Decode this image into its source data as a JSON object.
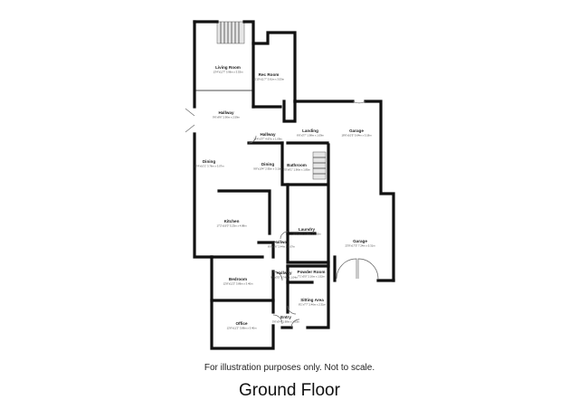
{
  "plan": {
    "rooms": [
      {
        "id": "living-room",
        "name": "Living Room",
        "dims": "13'4\"x11'7\" 3.96m x 3.53m"
      },
      {
        "id": "rec-room",
        "name": "Rec Room",
        "dims": "11'10\"x11'7\" 3.61m x 3.53m"
      },
      {
        "id": "hallway-1",
        "name": "Hallway",
        "dims": "9'6\"x8'6\" 2.90m x 2.59m"
      },
      {
        "id": "hallway-2",
        "name": "Hallway",
        "dims": "15'4\"x3'7\" 4.67m x 1.09m"
      },
      {
        "id": "landing",
        "name": "Landing",
        "dims": "6'6\"x3'7\" 1.98m x 1.09m"
      },
      {
        "id": "garage-1",
        "name": "Garage",
        "dims": "18'6\"x10'5\" 5.64m x 3.18m"
      },
      {
        "id": "dining-1",
        "name": "Dining",
        "dims": "12'4\"x10'1\" 3.76m x 3.07m"
      },
      {
        "id": "dining-2",
        "name": "Dining",
        "dims": "9'8\"x10'4\" 2.95m x 3.15m"
      },
      {
        "id": "bathroom",
        "name": "Bathroom",
        "dims": "6'5\"x6'1\" 1.96m x 1.85m"
      },
      {
        "id": "kitchen",
        "name": "Kitchen",
        "dims": "17'2\"x16'0\" 5.23m x 4.88m"
      },
      {
        "id": "laundry",
        "name": "Laundry",
        "dims": "11'0\"x5'3\" 3.35m x 1.60m"
      },
      {
        "id": "hallway-3",
        "name": "Hallway",
        "dims": "8'0\"x3'6\" 2.44m x 1.07m"
      },
      {
        "id": "garage-2",
        "name": "Garage",
        "dims": "23'9\"x17'5\" 7.24m x 5.31m"
      },
      {
        "id": "hallway-4",
        "name": "Hallway",
        "dims": "9'0\"x3'5\" 2.74m x 1.04m"
      },
      {
        "id": "powder-room",
        "name": "Powder Room",
        "dims": "7'1\"x5'0\" 2.16m x 1.52m"
      },
      {
        "id": "bedroom",
        "name": "Bedroom",
        "dims": "12'8\"x11'2\" 3.86m x 3.40m"
      },
      {
        "id": "sitting-area",
        "name": "Sitting Area",
        "dims": "8'1\"x7'7\" 2.46m x 2.31m"
      },
      {
        "id": "office",
        "name": "Office",
        "dims": "12'8\"x11'2\" 3.86m x 3.40m"
      },
      {
        "id": "entry",
        "name": "Entry",
        "dims": "5'6\"x5'4\" 1.68m x 1.63m"
      }
    ]
  },
  "footer": {
    "disclaimer": "For illustration purposes only. Not to scale.",
    "floor_title": "Ground Floor"
  }
}
